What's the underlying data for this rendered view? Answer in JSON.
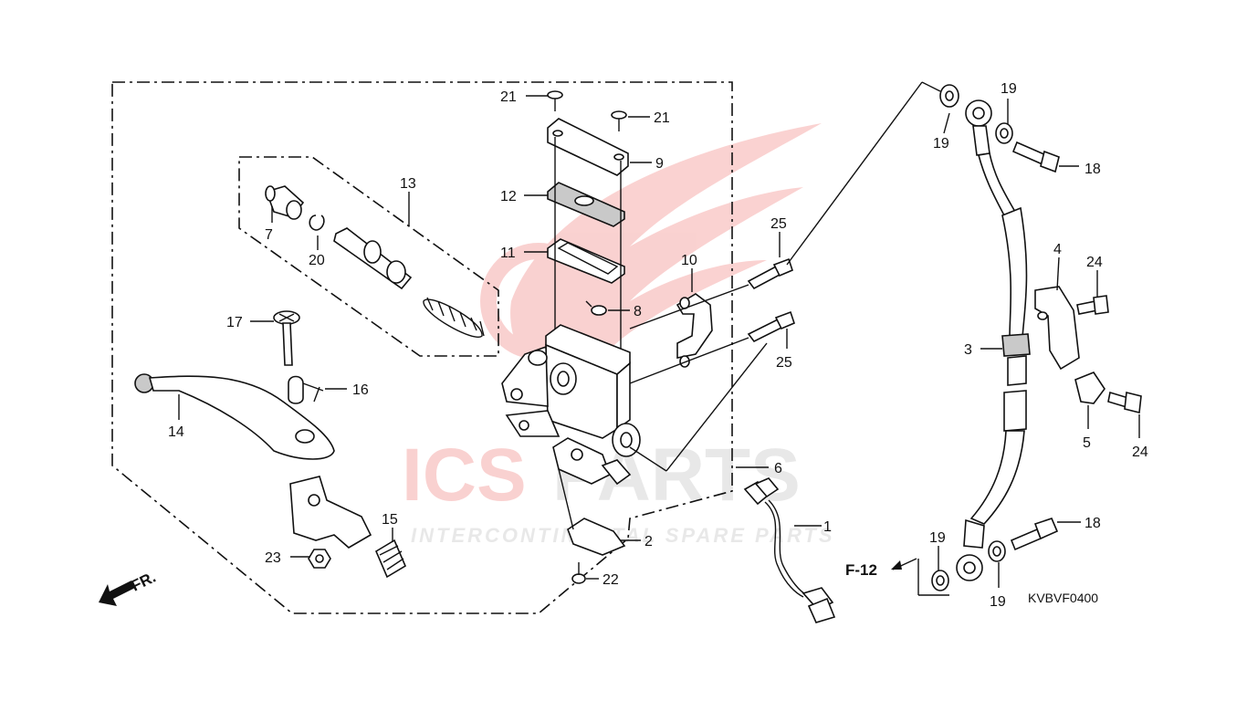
{
  "watermark": {
    "brand_left": "ICS",
    "brand_right": "PARTS",
    "tagline": "INTERCONTINENTAL SPARE PARTS",
    "color_red": "#e8342f",
    "color_gray": "#9a9a9a"
  },
  "callouts": {
    "c1": "1",
    "c2": "2",
    "c3": "3",
    "c4": "4",
    "c5": "5",
    "c6": "6",
    "c7": "7",
    "c8": "8",
    "c9": "9",
    "c10": "10",
    "c11": "11",
    "c12": "12",
    "c13": "13",
    "c14": "14",
    "c15": "15",
    "c16": "16",
    "c17": "17",
    "c18a": "18",
    "c18b": "18",
    "c19a": "19",
    "c19b": "19",
    "c19c": "19",
    "c19d": "19",
    "c20": "20",
    "c21a": "21",
    "c21b": "21",
    "c22": "22",
    "c23": "23",
    "c24a": "24",
    "c24b": "24",
    "c25a": "25",
    "c25b": "25"
  },
  "reference": "F-12",
  "front_marker": "FR.",
  "diagram_code": "KVBVF0400"
}
